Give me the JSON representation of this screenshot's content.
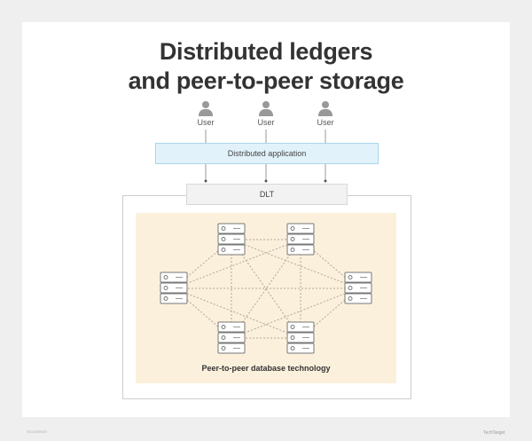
{
  "title": {
    "line1": "Distributed ledgers",
    "line2": "and peer-to-peer storage"
  },
  "users": [
    {
      "label": "User"
    },
    {
      "label": "User"
    },
    {
      "label": "User"
    }
  ],
  "app_label": "Distributed application",
  "dlt_label": "DLT",
  "network": {
    "caption": "Peer-to-peer database technology",
    "node_count": 6
  },
  "footer": {
    "left": "TECHTARGET",
    "right": "TechTarget"
  },
  "colors": {
    "app_fill": "#e2f2fa",
    "network_fill": "#fbf0dc"
  }
}
